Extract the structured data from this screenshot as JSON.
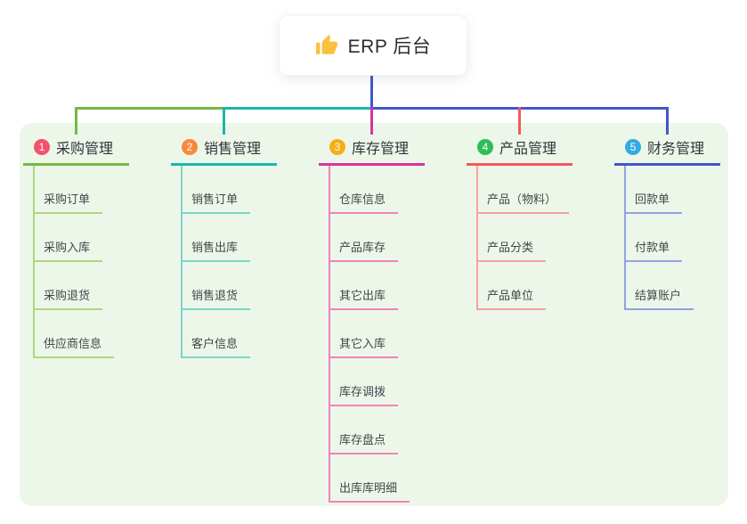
{
  "root": {
    "label": "ERP 后台",
    "icon": "thumbs-up",
    "line_color": "#4156CA"
  },
  "panel": {
    "bg_color": "#EDF7E9"
  },
  "branches": [
    {
      "num": "1",
      "title": "采购管理",
      "badge_color": "#F4516C",
      "line_color": "#77B843",
      "child_line_color": "#ABD780",
      "children": [
        "采购订单",
        "采购入库",
        "采购退货",
        "供应商信息"
      ]
    },
    {
      "num": "2",
      "title": "销售管理",
      "badge_color": "#F68A3D",
      "line_color": "#1BB6AD",
      "child_line_color": "#7ED3CC",
      "children": [
        "销售订单",
        "销售出库",
        "销售退货",
        "客户信息"
      ]
    },
    {
      "num": "3",
      "title": "库存管理",
      "badge_color": "#F7AE16",
      "line_color": "#D7359F",
      "child_line_color": "#F183BD",
      "children": [
        "仓库信息",
        "产品库存",
        "其它出库",
        "其它入库",
        "库存调拨",
        "库存盘点",
        "出库库明细"
      ]
    },
    {
      "num": "4",
      "title": "产品管理",
      "badge_color": "#2FBD59",
      "line_color": "#F15B5E",
      "child_line_color": "#F7A19D",
      "children": [
        "产品（物料）",
        "产品分类",
        "产品单位"
      ]
    },
    {
      "num": "5",
      "title": "财务管理",
      "badge_color": "#33ACE3",
      "line_color": "#4156CA",
      "child_line_color": "#91A3DF",
      "children": [
        "回款单",
        "付款单",
        "结算账户"
      ]
    }
  ]
}
